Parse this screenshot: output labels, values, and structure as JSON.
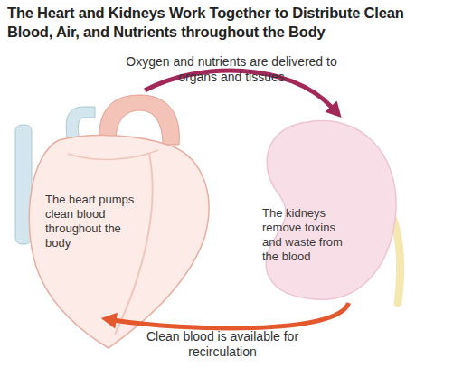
{
  "diagram": {
    "title": "The Heart and Kidneys Work Together to Distribute Clean Blood, Air, and Nutrients throughout the Body",
    "nodes": [
      {
        "text": [
          "The heart pumps clean blood throughout the body"
        ]
      },
      {
        "text": [
          "The kidneys remove toxins and waste from the blood"
        ]
      }
    ],
    "edges": [
      {
        "from": 0,
        "to": 1,
        "arrow": "to",
        "label": "Oxygen and nutrients are delivered to organs and tissues"
      },
      {
        "from": 1,
        "to": 0,
        "arrow": "to",
        "label": "Clean blood is available for recirculation"
      }
    ]
  }
}
